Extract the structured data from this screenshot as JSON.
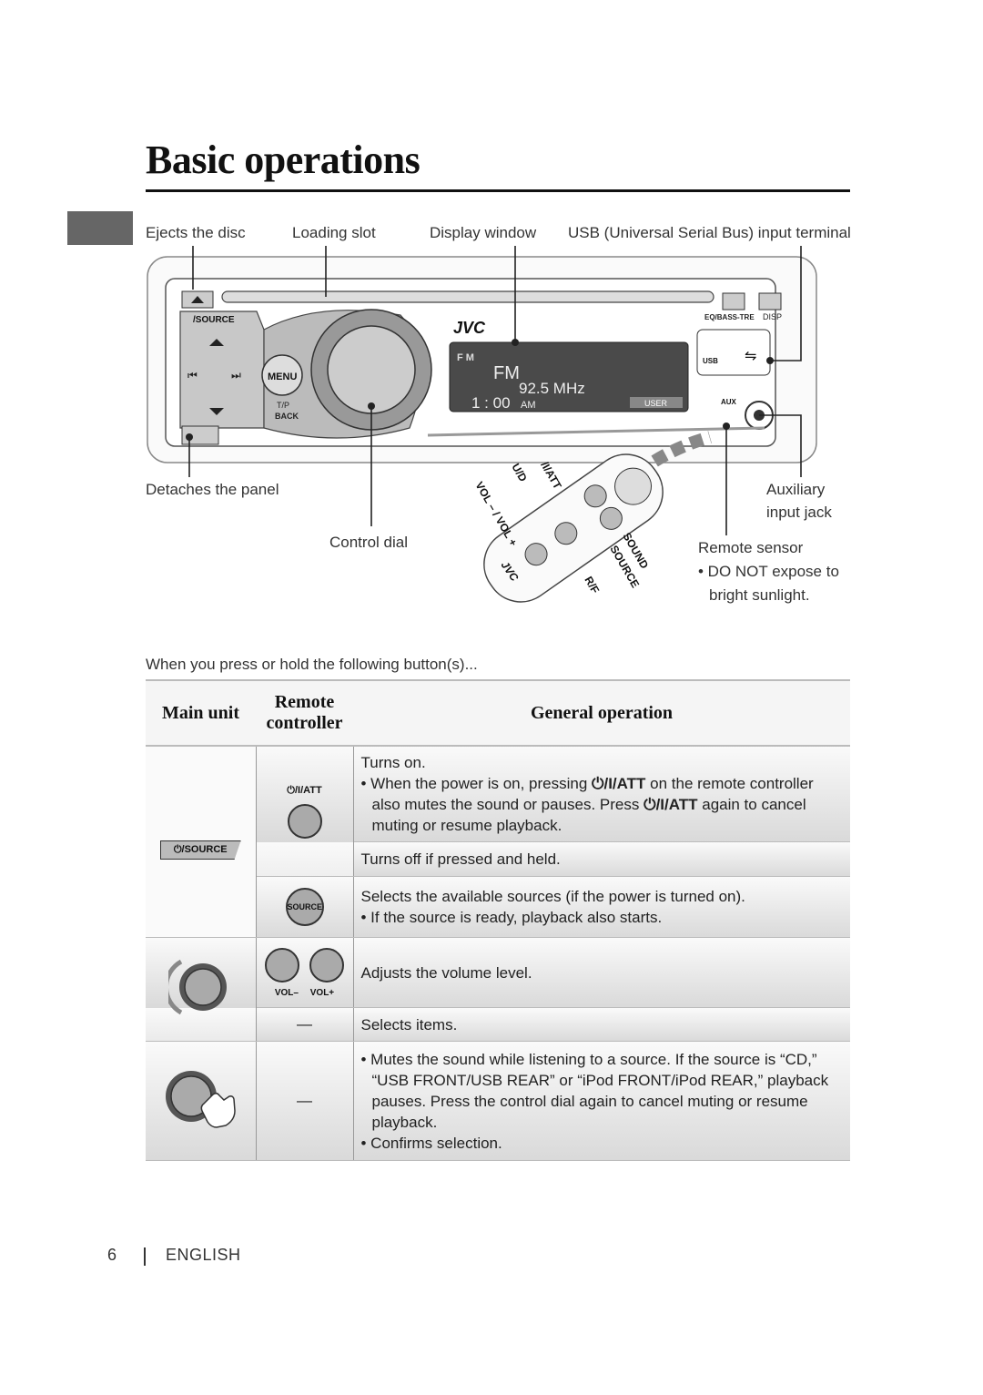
{
  "page": {
    "title": "Basic operations",
    "page_number": "6",
    "language": "ENGLISH"
  },
  "callouts": {
    "eject": "Ejects the disc",
    "slot": "Loading slot",
    "display": "Display window",
    "usb": "USB (Universal Serial Bus) input terminal",
    "detach": "Detaches the panel",
    "dial": "Control dial",
    "aux_line1": "Auxiliary",
    "aux_line2": "input jack",
    "sensor": "Remote sensor",
    "sensor_note1": "• DO NOT expose to",
    "sensor_note2": "bright sunlight."
  },
  "device": {
    "brand": "JVC",
    "source_label": "/SOURCE",
    "menu_label": "MENU",
    "tp_label": "T/P",
    "back_label": "BACK",
    "eq_label": "EQ/BASS-TRE",
    "disp_label": "DISP",
    "usb_label": "USB",
    "aux_label": "AUX",
    "display": {
      "band_indicator": "F   M",
      "band": "FM",
      "frequency": "92.5 MHz",
      "clock": "1 : 00",
      "clock_suffix": "AM",
      "user_badge": "USER"
    }
  },
  "remote": {
    "att": "/I/ATT",
    "ud": "U/D",
    "vol": "VOL – / VOL +",
    "sound": "SOUND",
    "source": "SOURCE",
    "rf": "R/F",
    "brand": "JVC"
  },
  "table": {
    "intro": "When you press or hold the following button(s)...",
    "headers": {
      "main_unit": "Main unit",
      "remote_line1": "Remote",
      "remote_line2": "controller",
      "general": "General operation"
    },
    "button_labels": {
      "main_source": "/SOURCE",
      "remote_att": "/I/ATT",
      "remote_source": "SOURCE",
      "vol_minus": "VOL–",
      "vol_plus": "VOL+",
      "dash1": "—",
      "dash2": "—"
    },
    "rows": {
      "r1_line": "Turns on.",
      "r1_b1": "• When the power is on, pressing ",
      "r1_att1": "/I/ATT",
      "r1_b2": " on the remote controller also mutes the sound or pauses. Press ",
      "r1_att2": "/I/ATT",
      "r1_b3": " again to cancel muting or resume playback.",
      "r2_line": "Turns off if pressed and held.",
      "r3_line": "Selects the available sources (if the power is turned on).",
      "r3_b1": "• If the source is ready, playback also starts.",
      "r4_line": "Adjusts the volume level.",
      "r5_line": "Selects items.",
      "r6_b1": "• Mutes the sound while listening to a source. If the source is “CD,” “USB FRONT/USB REAR” or “iPod FRONT/iPod REAR,” playback pauses. Press the control dial again to cancel muting or resume playback.",
      "r6_b2": "• Confirms selection."
    }
  }
}
